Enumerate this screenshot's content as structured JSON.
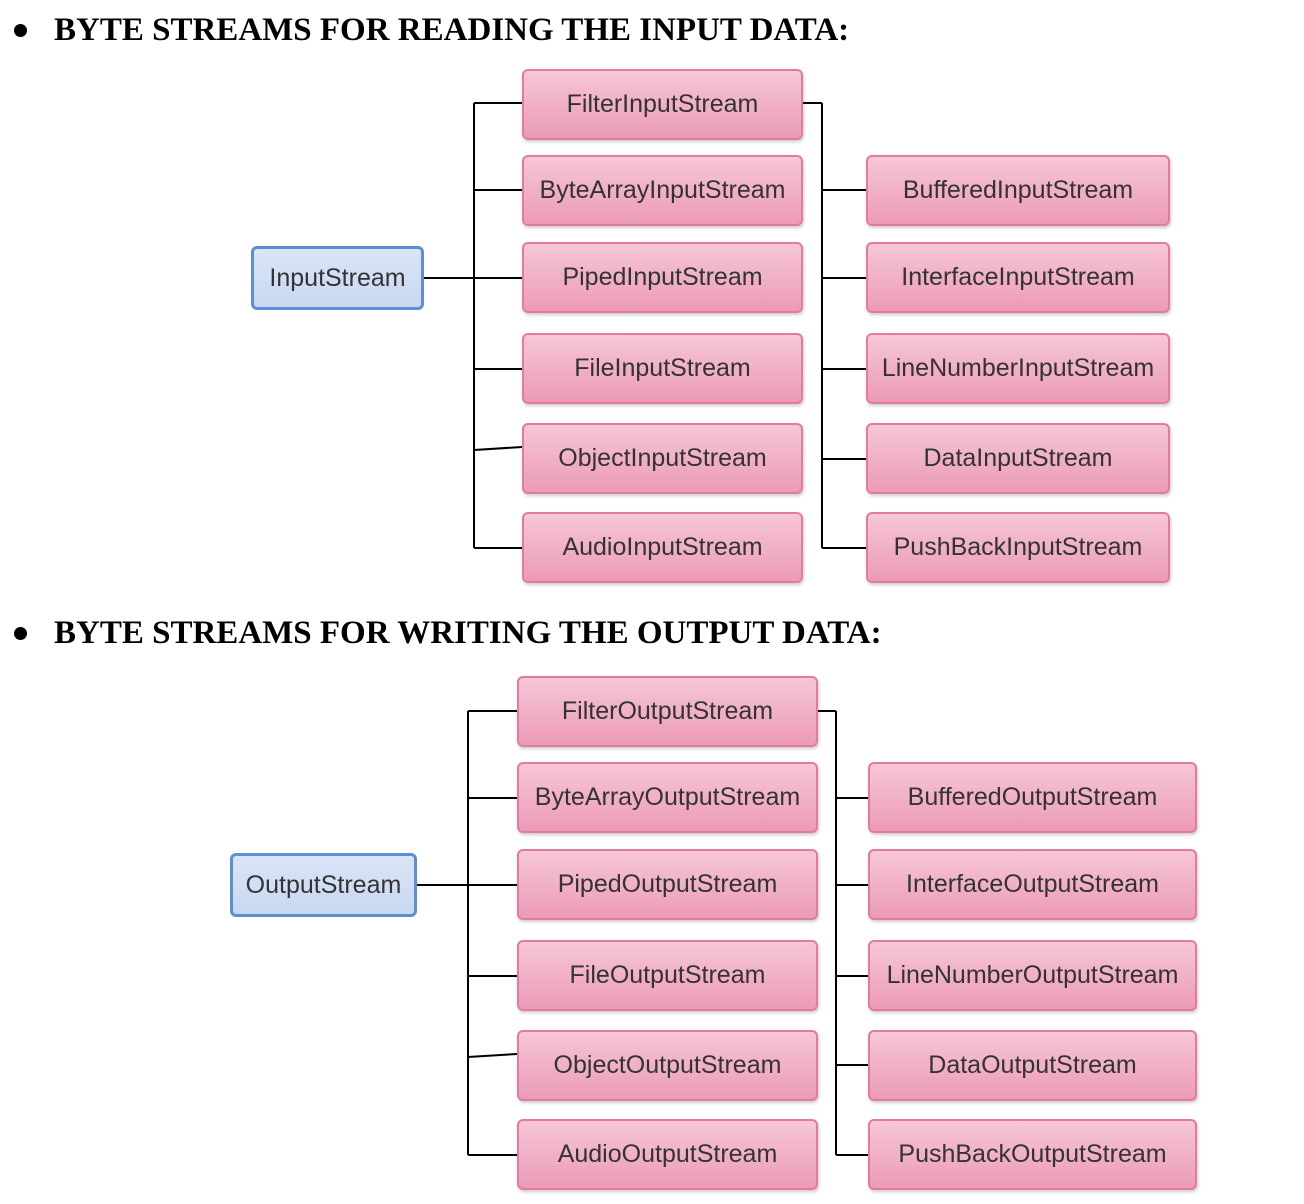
{
  "sections": [
    {
      "heading": "BYTE STREAMS FOR READING THE INPUT DATA:",
      "root": "InputStream",
      "children": [
        "FilterInputStream",
        "ByteArrayInputStream",
        "PipedInputStream",
        "FileInputStream",
        "ObjectInputStream",
        "AudioInputStream"
      ],
      "filter_children": [
        "BufferedInputStream",
        "InterfaceInputStream",
        "LineNumberInputStream",
        "DataInputStream",
        "PushBackInputStream"
      ]
    },
    {
      "heading": "BYTE STREAMS FOR WRITING THE OUTPUT DATA:",
      "root": "OutputStream",
      "children": [
        "FilterOutputStream",
        "ByteArrayOutputStream",
        "PipedOutputStream",
        "FileOutputStream",
        "ObjectOutputStream",
        "AudioOutputStream"
      ],
      "filter_children": [
        "BufferedOutputStream",
        "InterfaceOutputStream",
        "LineNumberOutputStream",
        "DataOutputStream",
        "PushBackOutputStream"
      ]
    }
  ],
  "colors": {
    "root_fill": "#d3e0f5",
    "root_border": "#5e8ed3",
    "child_fill": "#f0aec6",
    "child_border": "#e27aa1",
    "connector": "#000000"
  }
}
